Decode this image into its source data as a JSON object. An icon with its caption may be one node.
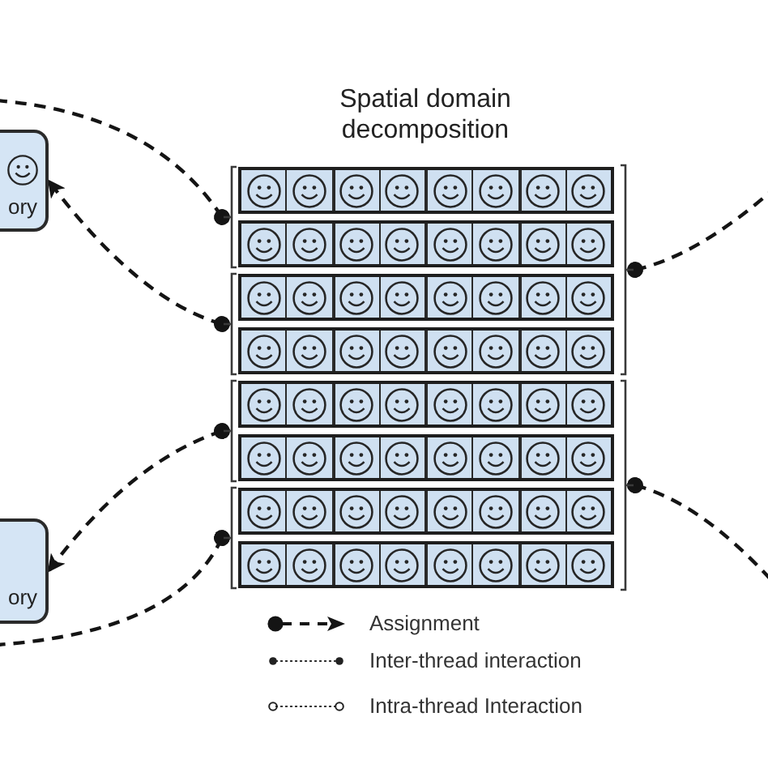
{
  "diagram": {
    "title": "Spatial domain decomposition",
    "nodes": [
      {
        "text": [
          "ory"
        ]
      },
      {
        "text": [
          "ory"
        ]
      },
      {
        "text": [],
        "shape": "bracket"
      },
      {
        "text": [],
        "shape": "bracket",
        "in": 2
      },
      {
        "text": [],
        "shape": "bar",
        "in": 3
      },
      {
        "text": [],
        "shape": "bar",
        "in": 3
      },
      {
        "text": [],
        "shape": "bracket",
        "in": 2
      },
      {
        "text": [],
        "shape": "bar",
        "in": 6
      },
      {
        "text": [],
        "shape": "bar",
        "in": 6
      },
      {
        "text": [],
        "shape": "bracket"
      },
      {
        "text": [],
        "shape": "bracket",
        "in": 9
      },
      {
        "text": [],
        "shape": "bar",
        "in": 10
      },
      {
        "text": [],
        "shape": "bar",
        "in": 10
      },
      {
        "text": [],
        "shape": "bracket",
        "in": 9
      },
      {
        "text": [],
        "shape": "bar",
        "in": 13
      },
      {
        "text": [],
        "shape": "bar",
        "in": 13
      }
    ],
    "edges": [
      {
        "from": 3,
        "to": null,
        "arrow": "other",
        "style": "dashed"
      },
      {
        "from": 6,
        "to": 0,
        "arrow": "to",
        "style": "dashed"
      },
      {
        "from": 10,
        "to": 1,
        "arrow": "to",
        "style": "dashed"
      },
      {
        "from": 13,
        "to": null,
        "arrow": "other",
        "style": "dashed"
      },
      {
        "from": 2,
        "to": null,
        "arrow": "other",
        "style": "dashed"
      },
      {
        "from": 9,
        "to": null,
        "arrow": "other",
        "style": "dashed"
      }
    ],
    "legend": [
      {
        "text": "Assignment"
      },
      {
        "text": "Inter-thread interaction"
      },
      {
        "text": "Intra-thread Interaction"
      }
    ]
  }
}
